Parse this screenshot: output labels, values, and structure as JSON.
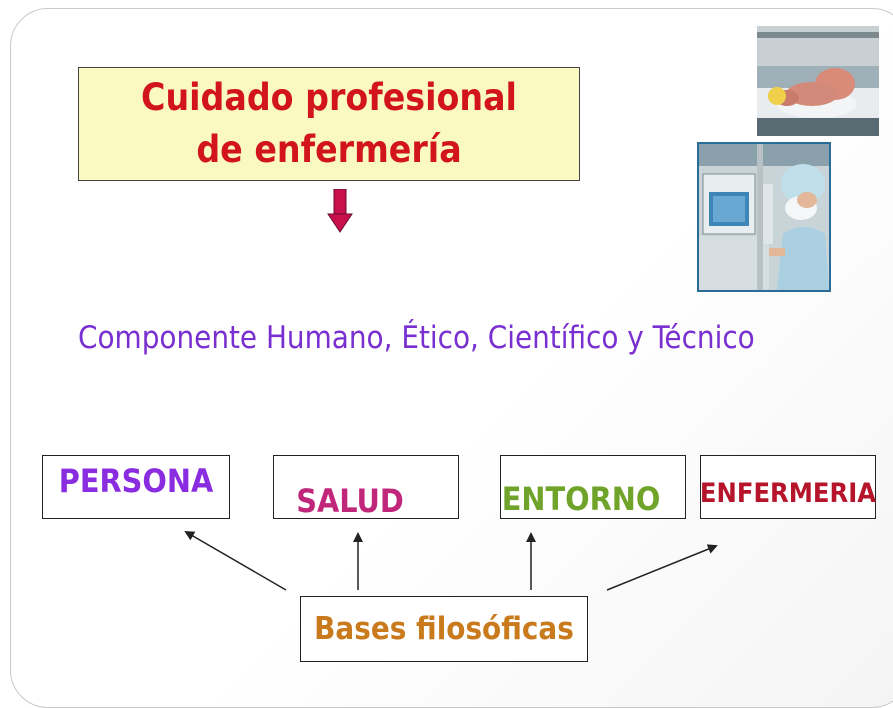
{
  "title": "Cuidado profesional de enfermería",
  "component": "Componente Humano, Ético, Científico y Técnico",
  "concepts": {
    "persona": "PERSONA",
    "salud": "SALUD",
    "entorno": "ENTORNO",
    "enfermeria": "ENFERMERIA"
  },
  "bases": "Bases filosóficas",
  "colors": {
    "title": "#d1141d",
    "title_bg": "#fbf9c2",
    "component": "#7a2fd0",
    "persona": "#8a2ce0",
    "salud": "#c0267a",
    "entorno": "#6fa32a",
    "enfermeria": "#b5142a",
    "bases": "#c97a1c",
    "down_arrow": "#c8104d"
  }
}
